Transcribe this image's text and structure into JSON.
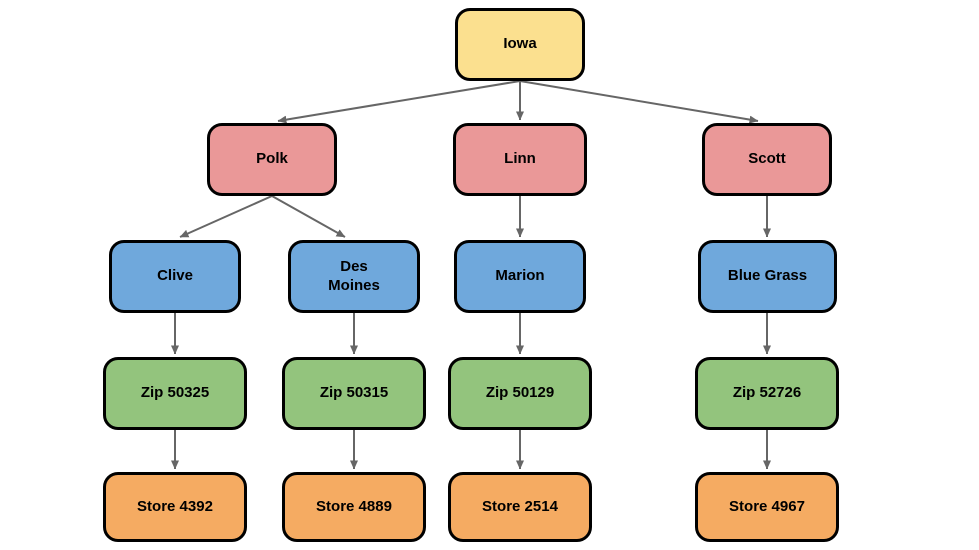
{
  "diagram": {
    "type": "hierarchy-tree",
    "colors": {
      "state": "#FBE08F",
      "county": "#EA9898",
      "city": "#6FA8DC",
      "zip": "#93C47D",
      "store": "#F5AB62",
      "border": "#000000",
      "arrow": "#666666"
    },
    "nodes": [
      {
        "id": "iowa",
        "level": "state",
        "label": "Iowa"
      },
      {
        "id": "polk",
        "level": "county",
        "label": "Polk"
      },
      {
        "id": "linn",
        "level": "county",
        "label": "Linn"
      },
      {
        "id": "scott",
        "level": "county",
        "label": "Scott"
      },
      {
        "id": "clive",
        "level": "city",
        "label": "Clive"
      },
      {
        "id": "des-moines",
        "level": "city",
        "label": "Des\nMoines"
      },
      {
        "id": "marion",
        "level": "city",
        "label": "Marion"
      },
      {
        "id": "blue-grass",
        "level": "city",
        "label": "Blue Grass"
      },
      {
        "id": "zip-50325",
        "level": "zip",
        "label": "Zip 50325"
      },
      {
        "id": "zip-50315",
        "level": "zip",
        "label": "Zip 50315"
      },
      {
        "id": "zip-50129",
        "level": "zip",
        "label": "Zip 50129"
      },
      {
        "id": "zip-52726",
        "level": "zip",
        "label": "Zip 52726"
      },
      {
        "id": "store-4392",
        "level": "store",
        "label": "Store 4392"
      },
      {
        "id": "store-4889",
        "level": "store",
        "label": "Store 4889"
      },
      {
        "id": "store-2514",
        "level": "store",
        "label": "Store 2514"
      },
      {
        "id": "store-4967",
        "level": "store",
        "label": "Store 4967"
      }
    ],
    "edges": [
      {
        "from": "iowa",
        "to": "polk"
      },
      {
        "from": "iowa",
        "to": "linn"
      },
      {
        "from": "iowa",
        "to": "scott"
      },
      {
        "from": "polk",
        "to": "clive"
      },
      {
        "from": "polk",
        "to": "des-moines"
      },
      {
        "from": "linn",
        "to": "marion"
      },
      {
        "from": "scott",
        "to": "blue-grass"
      },
      {
        "from": "clive",
        "to": "zip-50325"
      },
      {
        "from": "des-moines",
        "to": "zip-50315"
      },
      {
        "from": "marion",
        "to": "zip-50129"
      },
      {
        "from": "blue-grass",
        "to": "zip-52726"
      },
      {
        "from": "zip-50325",
        "to": "store-4392"
      },
      {
        "from": "zip-50315",
        "to": "store-4889"
      },
      {
        "from": "zip-50129",
        "to": "store-2514"
      },
      {
        "from": "zip-52726",
        "to": "store-4967"
      }
    ]
  }
}
